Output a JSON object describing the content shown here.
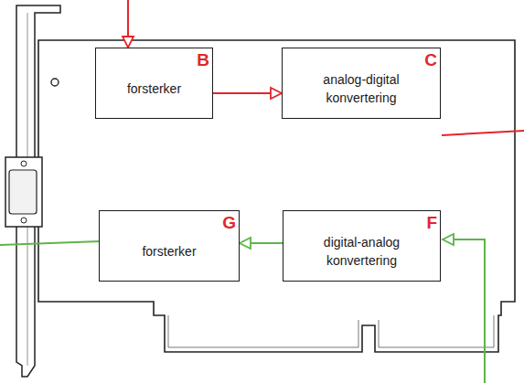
{
  "diagram": {
    "nodes": [
      {
        "text": [
          "forsterker",
          "B"
        ]
      },
      {
        "text": [
          "analog-digital konvertering",
          "C"
        ]
      },
      {
        "text": [
          "forsterker",
          "G"
        ]
      },
      {
        "text": [
          "digital-analog konvertering",
          "F"
        ]
      }
    ],
    "edges": [
      {
        "from": 0,
        "to": 1,
        "arrow": "to"
      },
      {
        "from": 3,
        "to": 2,
        "arrow": "to"
      }
    ]
  }
}
